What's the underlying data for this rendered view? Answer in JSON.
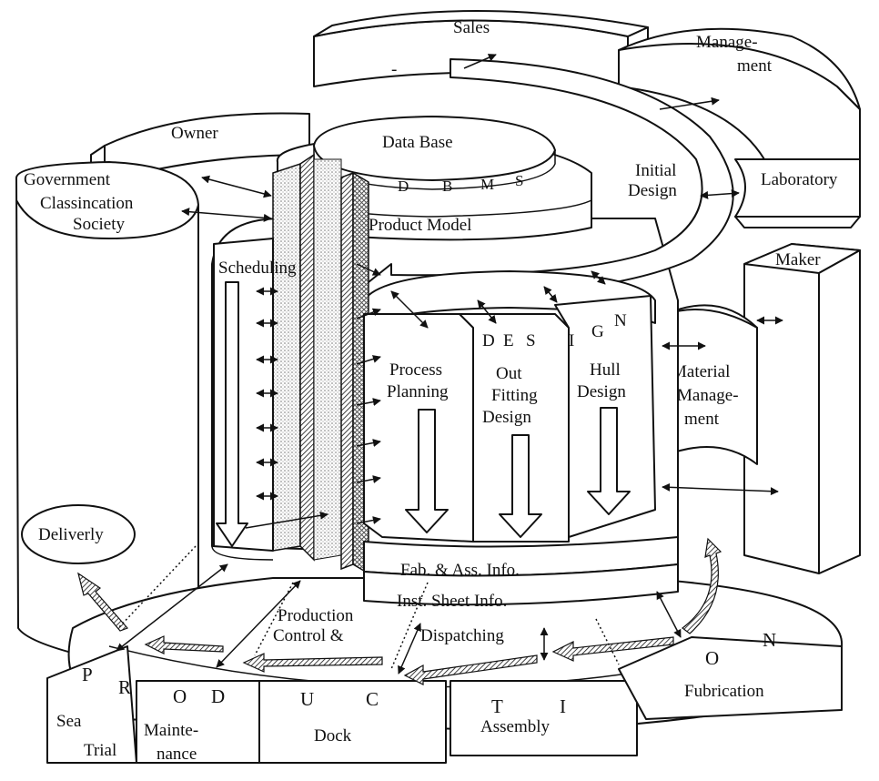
{
  "colors": {
    "ink": "#111111",
    "paper": "#ffffff",
    "hatch": "#555555",
    "stipple": "#888888"
  },
  "outer_blocks": {
    "sales": "Sales",
    "management_l1": "Manage-",
    "management_l2": "ment",
    "owner": "Owner",
    "government_l1": "Government",
    "government_l2": "Classincation",
    "government_l3": "Society",
    "laboratory": "Laboratory",
    "maker": "Maker",
    "material_l1": "Material",
    "material_l2": "Manage-",
    "material_l3": "ment",
    "deliverly": "Deliverly"
  },
  "core": {
    "data_base": "Data Base",
    "dbms": [
      "D",
      "B",
      "M",
      "S"
    ],
    "product_model": "Product Model",
    "initial_design_l1": "Initial",
    "initial_design_l2": "Design",
    "scheduling": "Scheduling",
    "design_letters": [
      "D",
      "E",
      "S",
      "I",
      "G",
      "N"
    ]
  },
  "design_panels": {
    "process_l1": "Process",
    "process_l2": "Planning",
    "outfit_l1": "Out",
    "outfit_l2": "Fitting",
    "outfit_l3": "Design",
    "hull_l1": "Hull",
    "hull_l2": "Design"
  },
  "base_rings": {
    "fab_ass": "Fab. & Ass. Info.",
    "inst_sheet": "Inst. Sheet Info."
  },
  "production_ring": {
    "control_l1": "Production",
    "control_l2": "Control  &",
    "dispatching": "Dispatching",
    "production_letters": [
      "P",
      "R",
      "O",
      "D",
      "U",
      "C",
      "T",
      "I",
      "O",
      "N"
    ]
  },
  "production_blocks": {
    "sea_trial_l1": "Sea",
    "sea_trial_l2": "Trial",
    "maintenance_l1": "Mainte-",
    "maintenance_l2": "nance",
    "dock": "Dock",
    "assembly": "Assembly",
    "fubrication": "Fubrication"
  }
}
